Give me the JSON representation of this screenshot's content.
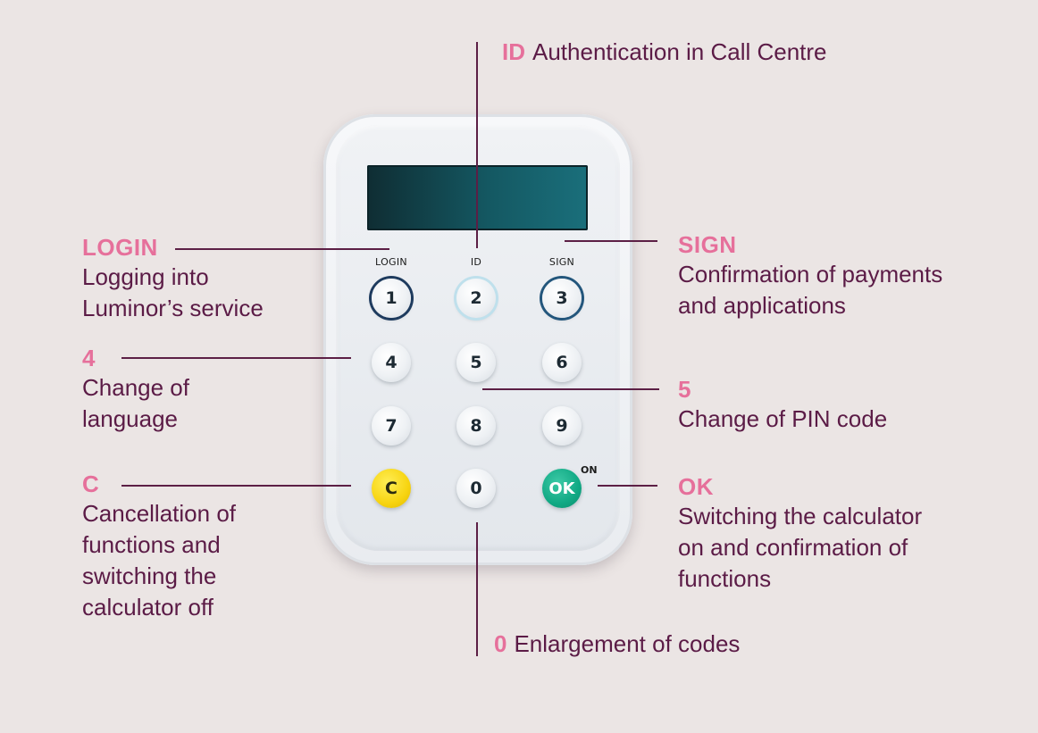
{
  "device": {
    "label_login": "LOGIN",
    "label_id": "ID",
    "label_sign": "SIGN",
    "label_on": "ON",
    "keys": [
      "1",
      "2",
      "3",
      "4",
      "5",
      "6",
      "7",
      "8",
      "9",
      "C",
      "0",
      "OK"
    ]
  },
  "annotations": {
    "id": {
      "key": "ID",
      "text": "Authentication in Call Centre"
    },
    "login": {
      "key": "LOGIN",
      "line1": "Logging into",
      "line2": "Luminor’s service"
    },
    "sign": {
      "key": "SIGN",
      "line1": "Confirmation of payments",
      "line2": "and applications"
    },
    "four": {
      "key": "4",
      "line1": "Change of",
      "line2": "language"
    },
    "five": {
      "key": "5",
      "line1": "Change of PIN code"
    },
    "c": {
      "key": "C",
      "line1": "Cancellation of",
      "line2": "functions and",
      "line3": "switching the",
      "line4": "calculator off"
    },
    "ok": {
      "key": "OK",
      "line1": "Switching the calculator",
      "line2": "on and confirmation of",
      "line3": "functions"
    },
    "zero": {
      "key": "0",
      "text": "Enlargement of codes"
    }
  },
  "colors": {
    "background": "#ebe5e4",
    "heading_pink": "#e6709b",
    "text_plum": "#5b1b46",
    "line_plum": "#5c1f45",
    "screen_teal": "#145862",
    "key_yellow": "#f7d411",
    "key_green": "#11a984"
  }
}
